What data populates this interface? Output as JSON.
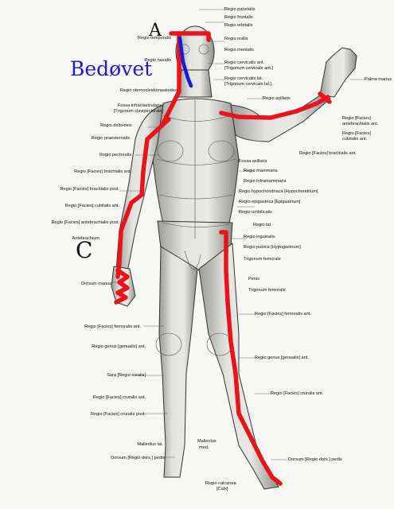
{
  "markers": {
    "a": "A",
    "c": "C"
  },
  "annotation": {
    "text": "Bedøvet",
    "color": "#1a1adb"
  },
  "pen_color": "#e8141a",
  "labels_right": [
    "Regio parietalis",
    "Regio frontalis",
    "Regio orbitalis",
    "Regio oralis",
    "Regio mentalis",
    "Regio cervicalis ant.",
    "[Trigonum cervicale ant.]",
    "Regio cervicalis lat.",
    "[Trigonum cervicale lat.]",
    "Regio axillaris",
    "Palma manus",
    "Regio [Facies]",
    "antebrachialis ant.",
    "Regio [Facies]",
    "cubitalis ant.",
    "Regio [Facies] brachialis ant.",
    "Fossa axillaris",
    "Regio mammaria",
    "Regio inframammaria",
    "Regio hypochondriaca [Hypochondrium]",
    "Regio epigastrica [Epigastrium]",
    "Regio umbilicalis",
    "Regio lat.",
    "Regio inguinalis",
    "Regio pubica [Hypogastrium]",
    "Trigonum femorale",
    "Penis",
    "Trigonum femorale",
    "Regio [Facies] femoralis ant.",
    "Regio genus [genualis] ant.",
    "Regio [Facies] cruralis ant.",
    "Malleolus",
    "med.",
    "Dorsum [Regio dors.] pedis",
    "Regio calcanea",
    "[Calx]"
  ],
  "labels_left": [
    "Regio temporalis",
    "Regio nasalis",
    "Regio sternocleidomastoidea",
    "Fossa infraclavicularis",
    "[Trigonum clavipectorale]",
    "Regio deltoidea",
    "Regio praesternalis",
    "Regio pectoralis",
    "Regio [Facies] brachialis ant.",
    "Regio [Facies] brachialis post.",
    "Regio [Facies] cubitalis ant.",
    "Regio [Facies] antebrachialis post.",
    "Antebrachium",
    "Dorsum manus",
    "Regio [Facies] femoralis ant.",
    "Regio genus [genualis] ant.",
    "Sura [Regio suralis]",
    "Regio [Facies] cruralis ant.",
    "Regio [Facies] cruralis post.",
    "Malleolus lat.",
    "Dorsum [Regio dors.] pedis"
  ]
}
